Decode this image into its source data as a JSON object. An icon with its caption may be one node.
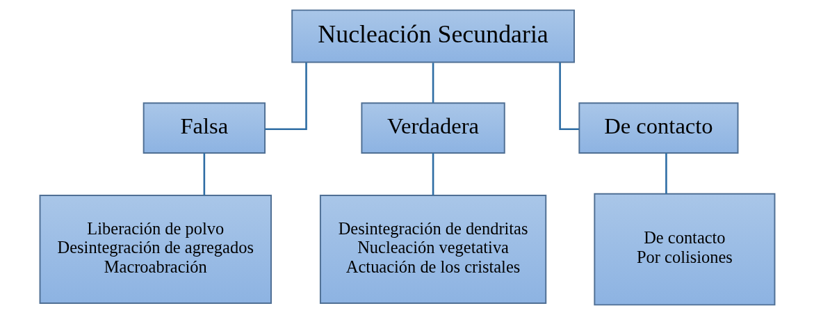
{
  "diagram": {
    "nodes": [
      {
        "text": [
          "Nucleación Secundaria"
        ]
      },
      {
        "text": [
          "Falsa"
        ]
      },
      {
        "text": [
          "Verdadera"
        ]
      },
      {
        "text": [
          "De contacto"
        ]
      },
      {
        "text": [
          "Liberación de polvo",
          "Desintegración de agregados",
          "Macroabración"
        ]
      },
      {
        "text": [
          "Desintegración de dendritas",
          "Nucleación vegetativa",
          "Actuación de los cristales"
        ]
      },
      {
        "text": [
          "De contacto",
          "Por colisiones"
        ]
      }
    ],
    "edges": [
      {
        "from": 0,
        "to": 1,
        "arrow": "none"
      },
      {
        "from": 0,
        "to": 2,
        "arrow": "none"
      },
      {
        "from": 0,
        "to": 3,
        "arrow": "none"
      },
      {
        "from": 1,
        "to": 4,
        "arrow": "none"
      },
      {
        "from": 2,
        "to": 5,
        "arrow": "none"
      },
      {
        "from": 3,
        "to": 6,
        "arrow": "none"
      }
    ]
  }
}
